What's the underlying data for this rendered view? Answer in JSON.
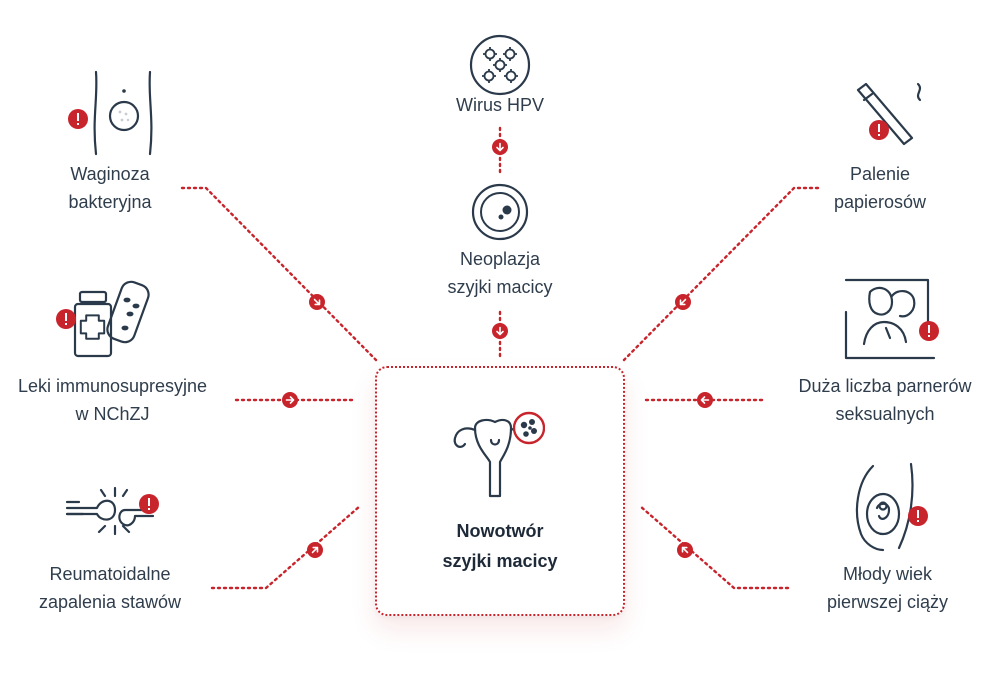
{
  "center": {
    "line1": "Nowotwór",
    "line2": "szyjki macicy"
  },
  "factors": {
    "hpv": {
      "line1": "Wirus HPV"
    },
    "neoplazja": {
      "line1": "Neoplazja",
      "line2": "szyjki macicy"
    },
    "waginoza": {
      "line1": "Waginoza",
      "line2": "bakteryjna"
    },
    "leki": {
      "line1": "Leki immunosupresyjne",
      "line2": "w NChZJ"
    },
    "reumat": {
      "line1": "Reumatoidalne",
      "line2": "zapalenia stawów"
    },
    "palenie": {
      "line1": "Palenie",
      "line2": "papierosów"
    },
    "partnerzy": {
      "line1": "Duża liczba parnerów",
      "line2": "seksualnych"
    },
    "ciaza": {
      "line1": "Młody wiek",
      "line2": "pierwszej ciąży"
    }
  },
  "colors": {
    "accent": "#c8242c",
    "icon": "#2b3a4a",
    "text": "#2f3d4c"
  },
  "icons": {
    "hpv": "virus-icon",
    "neoplazja": "cell-icon",
    "waginoza": "body-lump-icon",
    "leki": "medicine-icon",
    "reumat": "joint-pain-icon",
    "palenie": "cigarette-icon",
    "partnerzy": "couple-icon",
    "ciaza": "pregnancy-icon",
    "center": "uterus-icon",
    "warning": "exclamation-icon",
    "arrow": "arrow-icon"
  }
}
